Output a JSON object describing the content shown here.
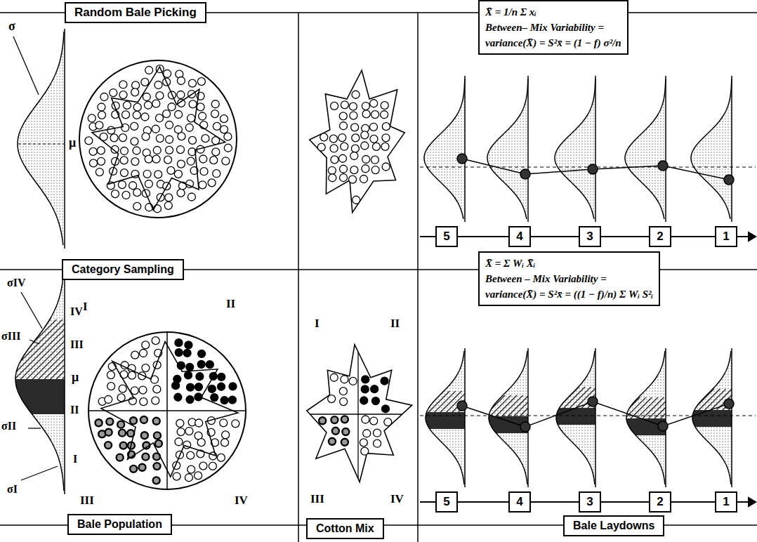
{
  "diagram": {
    "nodes": [
      {
        "text": [
          "Random Bale Picking"
        ]
      },
      {
        "text": [
          "X̄ = 1/n Σ xᵢ",
          "Between– Mix Variability =",
          "variance(X̄) = S²x̄ = (1 − f) σ²/n"
        ]
      },
      {
        "text": [
          "5"
        ]
      },
      {
        "text": [
          "4"
        ]
      },
      {
        "text": [
          "3"
        ]
      },
      {
        "text": [
          "2"
        ]
      },
      {
        "text": [
          "1"
        ]
      },
      {
        "text": [
          "Category Sampling"
        ]
      },
      {
        "text": [
          "X̄ = Σ Wᵢ X̄ᵢ",
          "Between – Mix Variability =",
          "variance(X̄) = S²x̄ = ((1 − f)/n) Σ Wᵢ S²ᵢ"
        ]
      },
      {
        "text": [
          "5"
        ]
      },
      {
        "text": [
          "4"
        ]
      },
      {
        "text": [
          "3"
        ]
      },
      {
        "text": [
          "2"
        ]
      },
      {
        "text": [
          "1"
        ]
      },
      {
        "text": [
          "Bale Population"
        ]
      },
      {
        "text": [
          "Cotton Mix"
        ]
      },
      {
        "text": [
          "Bale Laydowns"
        ]
      }
    ],
    "edges": [
      {
        "from": 2,
        "to": 3,
        "arrow": "none"
      },
      {
        "from": 3,
        "to": 4,
        "arrow": "none"
      },
      {
        "from": 4,
        "to": 5,
        "arrow": "none"
      },
      {
        "from": 5,
        "to": 6,
        "arrow": "none"
      },
      {
        "from": 9,
        "to": 10,
        "arrow": "none"
      },
      {
        "from": 10,
        "to": 11,
        "arrow": "none"
      },
      {
        "from": 11,
        "to": 12,
        "arrow": "none"
      },
      {
        "from": 12,
        "to": 13,
        "arrow": "none"
      }
    ],
    "labels": [
      "σ",
      "μ",
      "σIV",
      "IV",
      "σIII",
      "III",
      "μ",
      "II",
      "σII",
      "I",
      "σI",
      "I",
      "II",
      "III",
      "IV",
      "I",
      "II",
      "III",
      "IV"
    ]
  }
}
